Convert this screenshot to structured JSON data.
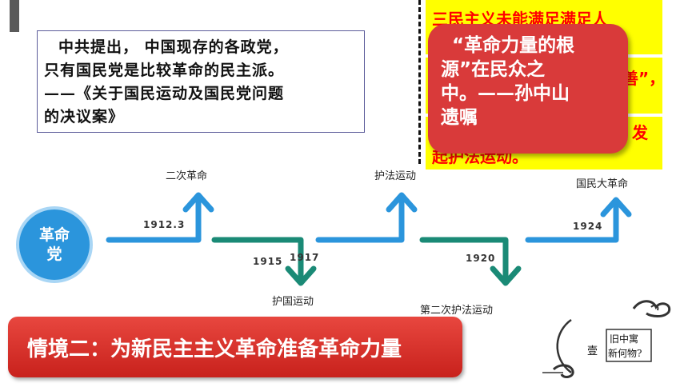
{
  "quote": {
    "lines": [
      "中共提出， 中国现存的各政党，",
      "只有国民党是比较革命的民主派。",
      "——《关于国民运动及国民党问题",
      "的决议案》"
    ]
  },
  "yellow_panel": {
    "line1": "三民主义未能满足满足人",
    "line2": "善”，",
    "line3": "发",
    "line4": "起护法运动。"
  },
  "callout": {
    "lines": [
      "“革命力量的根",
      "源”在民众之",
      "中。——孙中山",
      "遗嘱"
    ]
  },
  "party": {
    "line1": "革命",
    "line2": "党"
  },
  "timeline": {
    "events": {
      "second_revolution": "二次革命",
      "protect_country": "护国运动",
      "constitution_protection": "护法运动",
      "second_constitution_protection": "第二次护法运动",
      "national_revolution": "国民大革命"
    },
    "years": {
      "y1912": "1912.3",
      "y1915": "1915",
      "y1917": "1917",
      "y1920": "1920",
      "y1924": "1924"
    }
  },
  "banner": {
    "title": "情境二：为新民主主义革命准备革命力量"
  },
  "decoration": {
    "char": "壹",
    "line1": "旧中寓",
    "line2": "新何物?"
  },
  "colors": {
    "up_arrow": "#2b95dc",
    "down_arrow": "#1a8a76",
    "callout_red": "#d93a3a",
    "highlight_yellow": "#ffff00",
    "text_red": "#ff0000"
  }
}
